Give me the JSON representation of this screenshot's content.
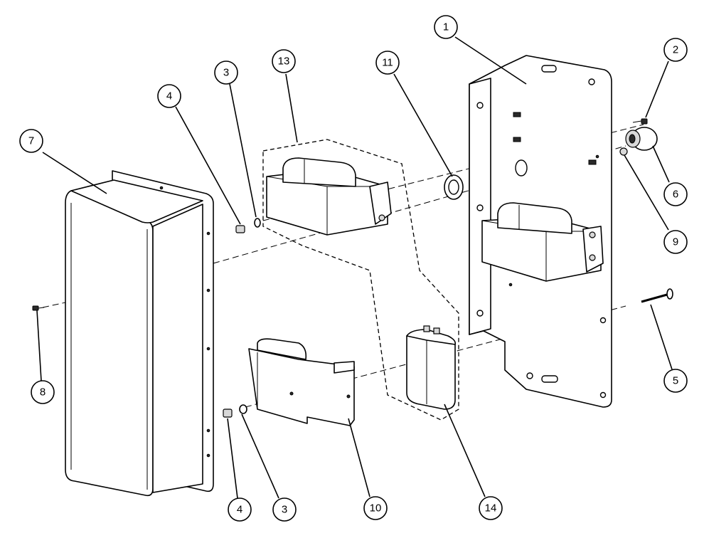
{
  "callouts": {
    "c1": "1",
    "c2": "2",
    "c3a": "3",
    "c3b": "3",
    "c4a": "4",
    "c4b": "4",
    "c5": "5",
    "c6": "6",
    "c7": "7",
    "c8": "8",
    "c9": "9",
    "c10": "10",
    "c11": "11",
    "c13": "13",
    "c14": "14"
  },
  "colors": {
    "line": "#000000",
    "background": "#ffffff"
  }
}
